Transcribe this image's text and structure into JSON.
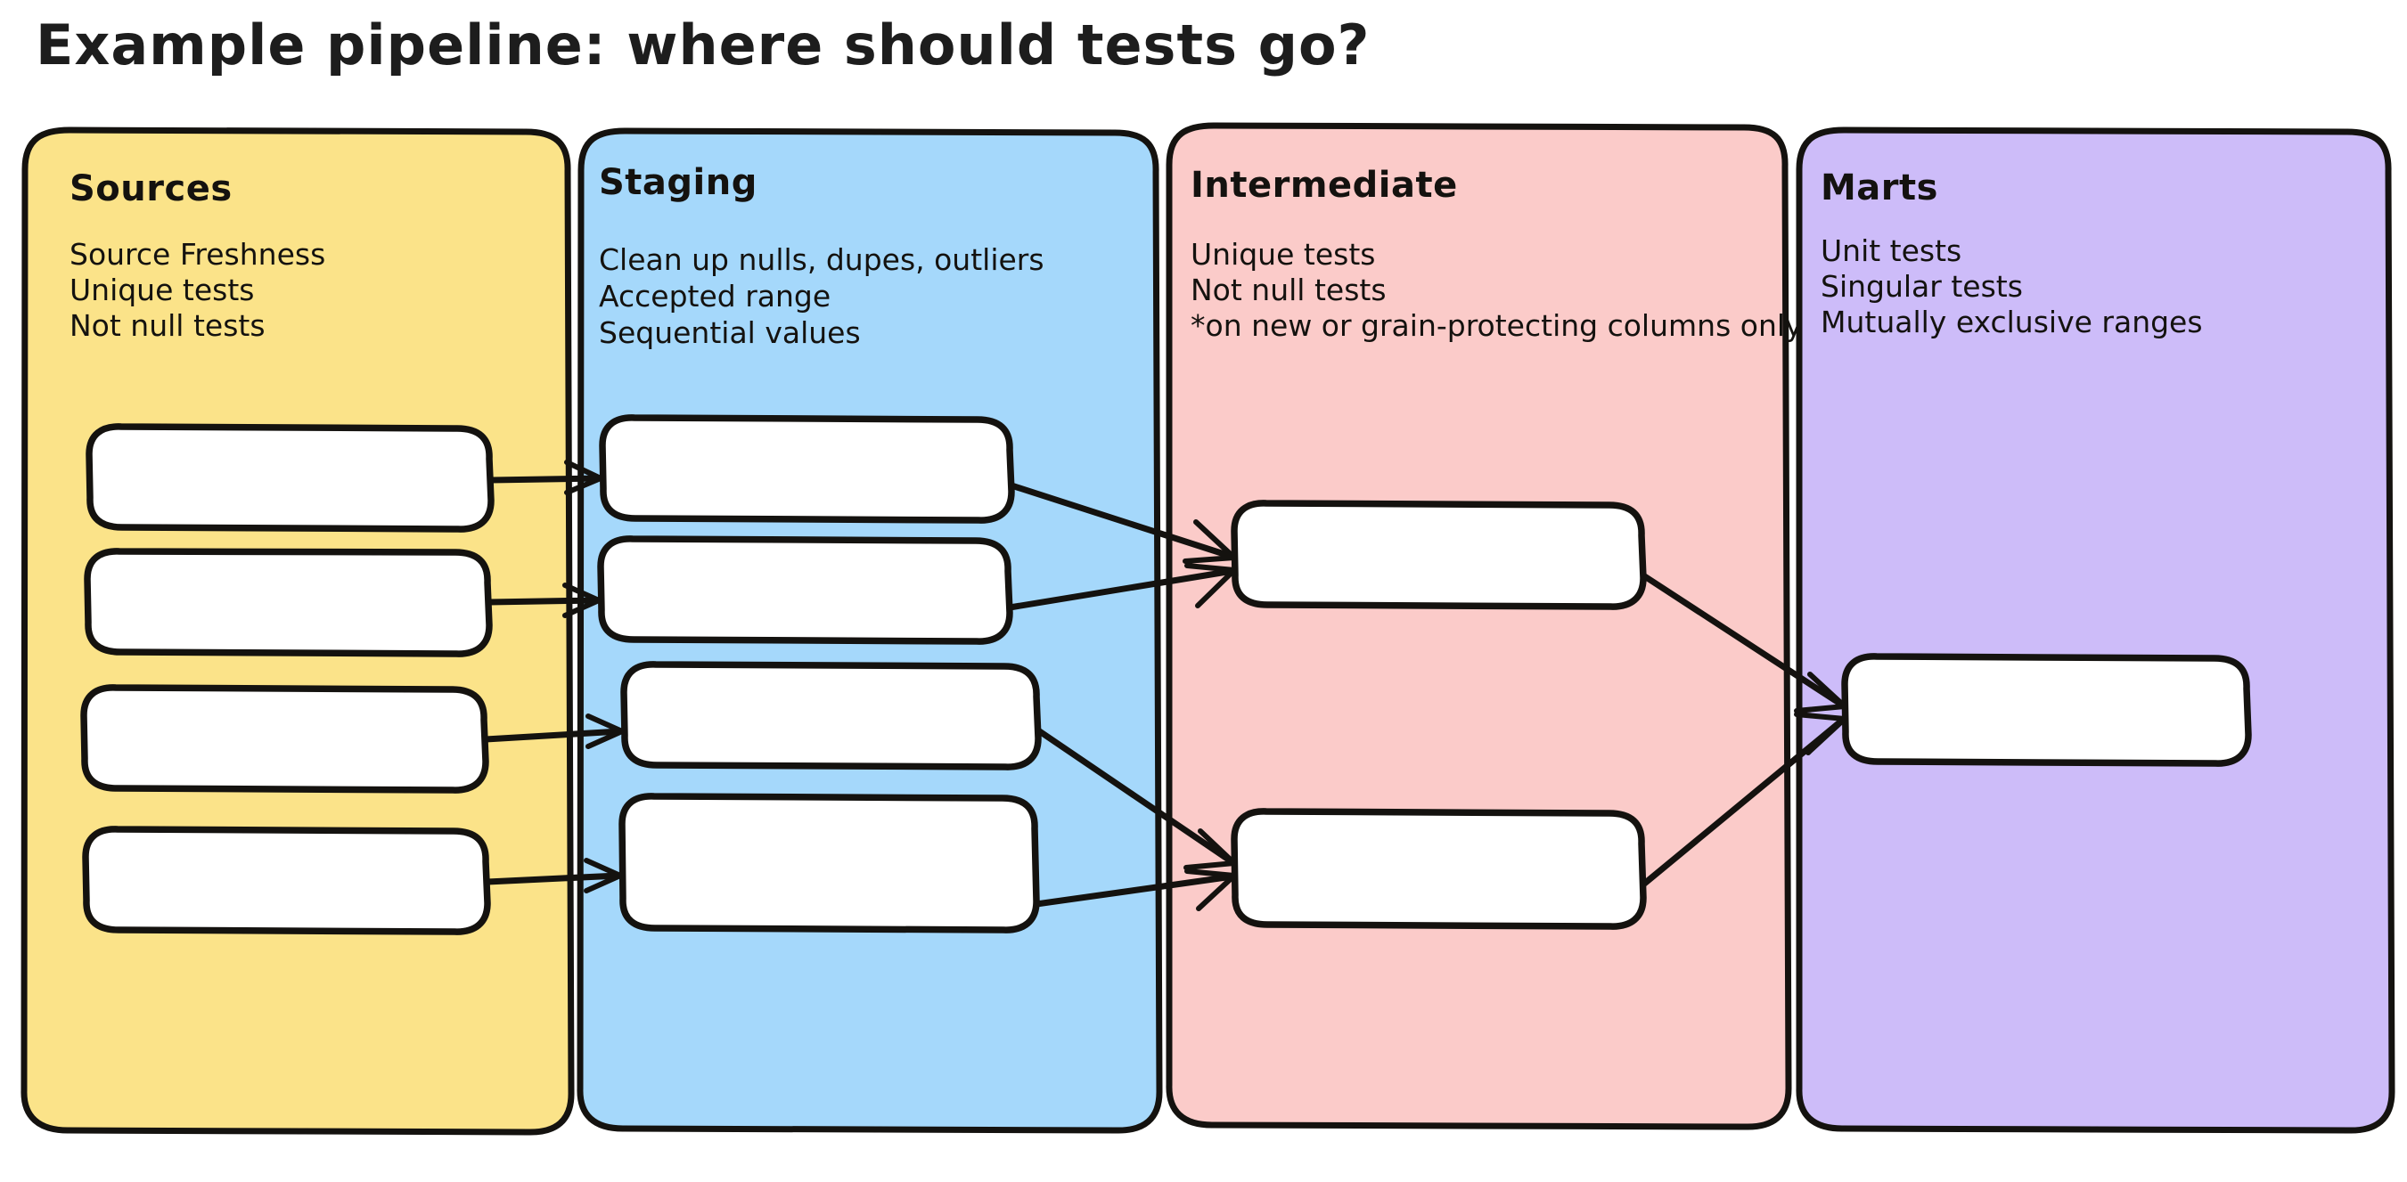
{
  "diagram": {
    "title": "Example pipeline: where should tests go?",
    "background_color": "#ffffff",
    "stroke_color": "#14120f",
    "node_fill": "#ffffff",
    "columns": [
      {
        "id": "sources",
        "title": "Sources",
        "fill_color": "#fbe389",
        "lines": [
          "Source Freshness",
          "Unique tests",
          "Not null tests"
        ],
        "node_count": 4,
        "nodes": [
          {
            "id": "src-1",
            "label": ""
          },
          {
            "id": "src-2",
            "label": ""
          },
          {
            "id": "src-3",
            "label": ""
          },
          {
            "id": "src-4",
            "label": ""
          }
        ]
      },
      {
        "id": "staging",
        "title": "Staging",
        "fill_color": "#a5d8fb",
        "lines": [
          "Clean up nulls, dupes, outliers",
          "Accepted range",
          "Sequential values"
        ],
        "node_count": 4,
        "nodes": [
          {
            "id": "stg-1",
            "label": ""
          },
          {
            "id": "stg-2",
            "label": ""
          },
          {
            "id": "stg-3",
            "label": ""
          },
          {
            "id": "stg-4",
            "label": ""
          }
        ]
      },
      {
        "id": "intermediate",
        "title": "Intermediate",
        "fill_color": "#fbcbc9",
        "lines": [
          "Unique tests",
          "Not null tests",
          "*on new or grain-protecting columns only"
        ],
        "node_count": 2,
        "nodes": [
          {
            "id": "int-1",
            "label": ""
          },
          {
            "id": "int-2",
            "label": ""
          }
        ]
      },
      {
        "id": "marts",
        "title": "Marts",
        "fill_color": "#cdbcf9",
        "lines": [
          "Unit tests",
          "Singular tests",
          "Mutually exclusive ranges"
        ],
        "node_count": 1,
        "nodes": [
          {
            "id": "mart-1",
            "label": ""
          }
        ]
      }
    ],
    "edges": [
      {
        "from": "src-1",
        "to": "stg-1"
      },
      {
        "from": "src-2",
        "to": "stg-2"
      },
      {
        "from": "src-3",
        "to": "stg-3"
      },
      {
        "from": "src-4",
        "to": "stg-4"
      },
      {
        "from": "stg-1",
        "to": "int-1"
      },
      {
        "from": "stg-2",
        "to": "int-1"
      },
      {
        "from": "stg-3",
        "to": "int-2"
      },
      {
        "from": "stg-4",
        "to": "int-2"
      },
      {
        "from": "int-1",
        "to": "mart-1"
      },
      {
        "from": "int-2",
        "to": "mart-1"
      }
    ]
  }
}
